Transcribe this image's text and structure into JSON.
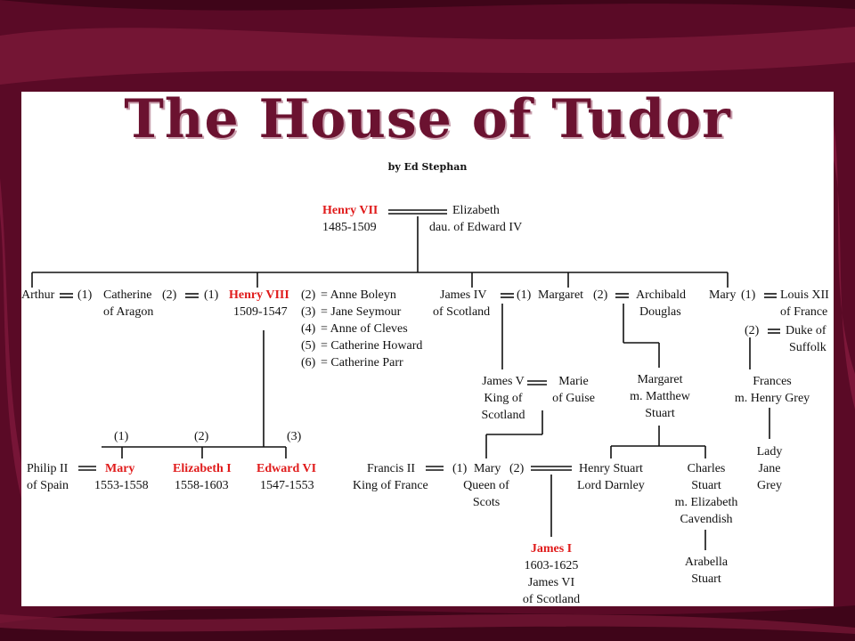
{
  "title": "The House of Tudor",
  "subtitle": "by Ed Stephan",
  "nodes": {
    "henry7": "Henry VII",
    "henry7_years": "1485-1509",
    "elizabeth": "Elizabeth",
    "elizabeth_desc": "dau. of Edward IV",
    "arthur": "Arthur",
    "m1": "(1)",
    "m2": "(2)",
    "m3": "(3)",
    "m4": "(4)",
    "m5": "(5)",
    "m6": "(6)",
    "catherine": "Catherine",
    "catherine_of": "of Aragon",
    "henry8": "Henry VIII",
    "henry8_years": "1509-1547",
    "wife2": "= Anne Boleyn",
    "wife3": "= Jane Seymour",
    "wife4": "= Anne of Cleves",
    "wife5": "= Catherine Howard",
    "wife6": "= Catherine Parr",
    "james4": "James IV",
    "james4_of": "of Scotland",
    "margaret": "Margaret",
    "archibald": "Archibald",
    "archibald_2": "Douglas",
    "mary_tudor": "Mary",
    "louis": "Louis XII",
    "louis_of": "of France",
    "duke": "Duke of",
    "duke_2": "Suffolk",
    "james5_1": "James V",
    "james5_2": "King of",
    "james5_3": "Scotland",
    "marie_1": "Marie",
    "marie_2": "of Guise",
    "margaret2_1": "Margaret",
    "margaret2_2": "m. Matthew",
    "margaret2_3": "Stuart",
    "frances_1": "Frances",
    "frances_2": "m. Henry Grey",
    "jane_1": "Lady",
    "jane_2": "Jane",
    "jane_3": "Grey",
    "philip_1": "Philip II",
    "philip_2": "of Spain",
    "mary1": "Mary",
    "mary1_years": "1553-1558",
    "eliz1": "Elizabeth I",
    "eliz1_years": "1558-1603",
    "edward6": "Edward VI",
    "edward6_years": "1547-1553",
    "francis_1": "Francis II",
    "francis_2": "King of France",
    "mqs_1": "Mary",
    "mqs_2": "Queen of",
    "mqs_3": "Scots",
    "darnley_1": "Henry Stuart",
    "darnley_2": "Lord Darnley",
    "charles_1": "Charles",
    "charles_2": "Stuart",
    "charles_3": "m. Elizabeth",
    "charles_4": "Cavendish",
    "arabella_1": "Arabella",
    "arabella_2": "Stuart",
    "james1": "James I",
    "james1_years": "1603-1625",
    "james1_3": "James VI",
    "james1_4": "of Scotland"
  },
  "colors": {
    "background": "#5a0a26",
    "title": "#6b1230",
    "highlight": "#e01b1b"
  }
}
